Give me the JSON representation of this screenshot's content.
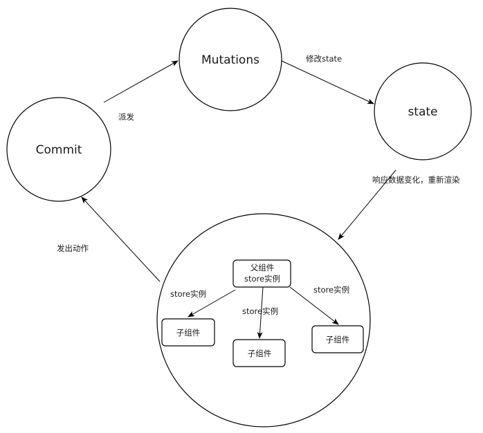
{
  "nodes": {
    "commit": "Commit",
    "mutations": "Mutations",
    "state": "state",
    "parent_line1": "父组件",
    "parent_line2": "store实例",
    "child_left": "子组件",
    "child_middle": "子组件",
    "child_right": "子组件"
  },
  "edges": {
    "commit_to_mutations": "派发",
    "mutations_to_state": "修改state",
    "state_to_components": "响应数据变化，重新渲染",
    "components_to_commit": "发出动作",
    "parent_to_left": "store实例",
    "parent_to_middle": "store实例",
    "parent_to_right": "store实例"
  }
}
